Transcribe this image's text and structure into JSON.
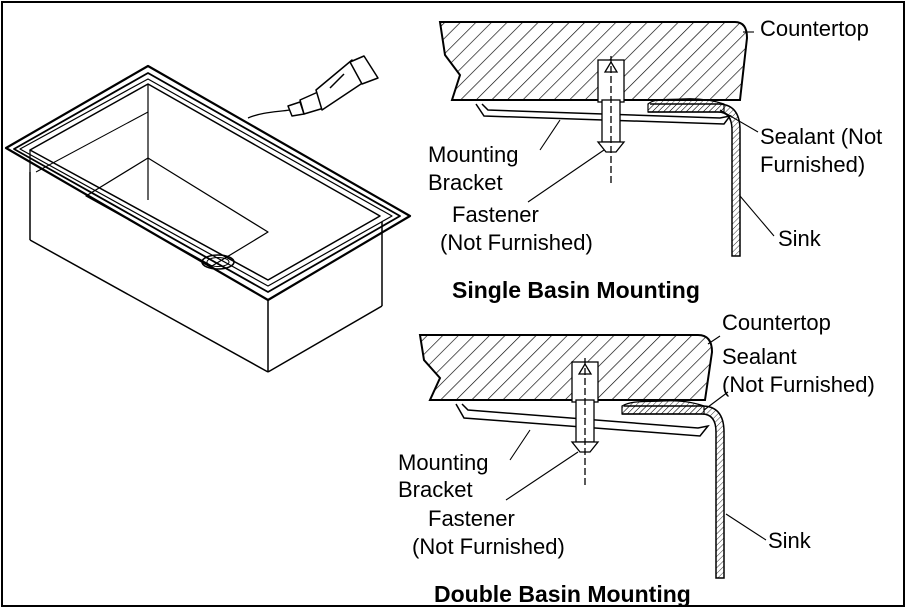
{
  "single": {
    "countertop": "Countertop",
    "sealant_line1": "Sealant (Not",
    "sealant_line2": "Furnished)",
    "bracket_line1": "Mounting",
    "bracket_line2": "Bracket",
    "fastener_line1": "Fastener",
    "fastener_line2": "(Not Furnished)",
    "sink": "Sink",
    "caption": "Single Basin Mounting"
  },
  "double": {
    "countertop": "Countertop",
    "sealant_line1": "Sealant",
    "sealant_line2": "(Not Furnished)",
    "bracket_line1": "Mounting",
    "bracket_line2": "Bracket",
    "fastener_line1": "Fastener",
    "fastener_line2": "(Not Furnished)",
    "sink": "Sink",
    "caption": "Double Basin Mounting"
  },
  "icons": [
    "sink-illustration-icon",
    "sealant-tube-icon",
    "fastener-screw-icon"
  ]
}
